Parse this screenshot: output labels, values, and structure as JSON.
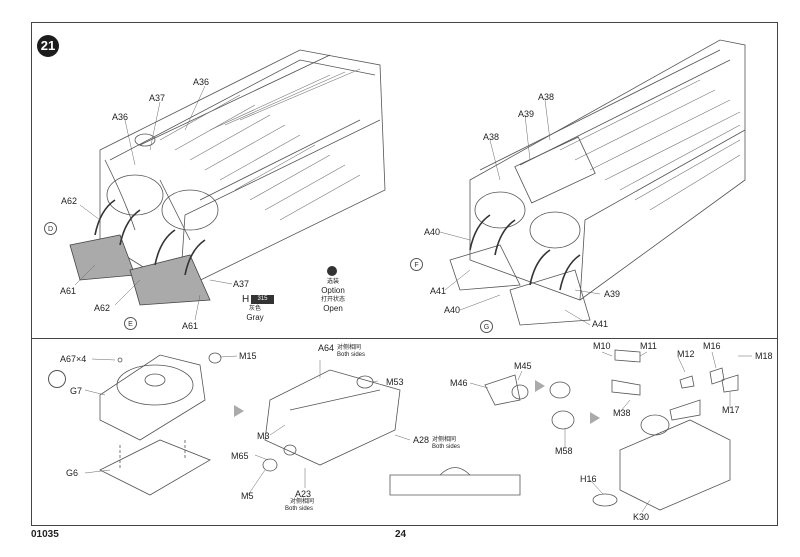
{
  "step": {
    "number": "21"
  },
  "top_left": {
    "labels": [
      "A36",
      "A37",
      "A36",
      "A62",
      "A61",
      "A62",
      "A61",
      "A37"
    ],
    "circles": [
      "D",
      "E"
    ]
  },
  "paint": {
    "gray_part": "H",
    "gray_chip": "315",
    "gray_cn": "灰色",
    "gray_en": "Gray",
    "option_cn": "选装",
    "option_en": "Option",
    "open_cn": "打开状态",
    "open_en": "Open"
  },
  "top_right": {
    "labels": [
      "A38",
      "A39",
      "A38",
      "A40",
      "A41",
      "A40",
      "A39",
      "A41"
    ],
    "circles": [
      "F",
      "G"
    ]
  },
  "bottom": {
    "a67": "A67×4",
    "g7": "G7",
    "g6": "G6",
    "m15": "M15",
    "a64": "A64",
    "both_cn_1": "对侧相同",
    "both_en_1": "Both sides",
    "m53": "M53",
    "m3": "M3",
    "m65": "M65",
    "m5": "M5",
    "a23": "A23",
    "both_cn_2": "对侧相同",
    "both_en_2": "Both sides",
    "a28": "A28",
    "both_cn_3": "对侧相同",
    "both_en_3": "Both sides",
    "m46": "M46",
    "m45": "M45",
    "m58": "M58",
    "m10": "M10",
    "m11": "M11",
    "m12": "M12",
    "m16": "M16",
    "m18": "M18",
    "m38": "M38",
    "m17": "M17",
    "h16": "H16",
    "k30": "K30"
  },
  "footer": {
    "code": "01035",
    "page": "24"
  }
}
